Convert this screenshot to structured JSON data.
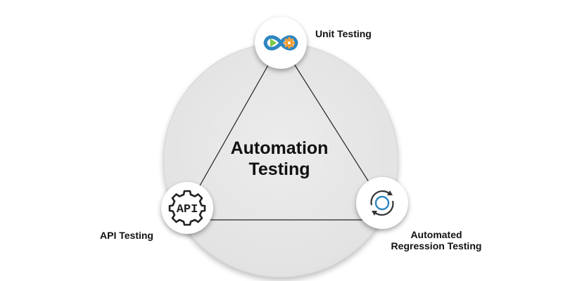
{
  "diagram": {
    "center_title_line1": "Automation",
    "center_title_line2": "Testing",
    "nodes": [
      {
        "id": "unit",
        "label": "Unit Testing",
        "icon": "infinity-play-gear-icon"
      },
      {
        "id": "api",
        "label": "API Testing",
        "icon": "api-gear-icon",
        "icon_text": "API"
      },
      {
        "id": "regression",
        "label_line1": "Automated",
        "label_line2": "Regression Testing",
        "icon": "refresh-cycle-icon"
      }
    ],
    "colors": {
      "background": "#ffffff",
      "circle": "#e4e4e4",
      "line": "#222222",
      "infinity_blue": "#2e86c1",
      "play_green": "#7ac943",
      "gear_orange": "#f39c34",
      "icon_dark": "#222222"
    }
  }
}
